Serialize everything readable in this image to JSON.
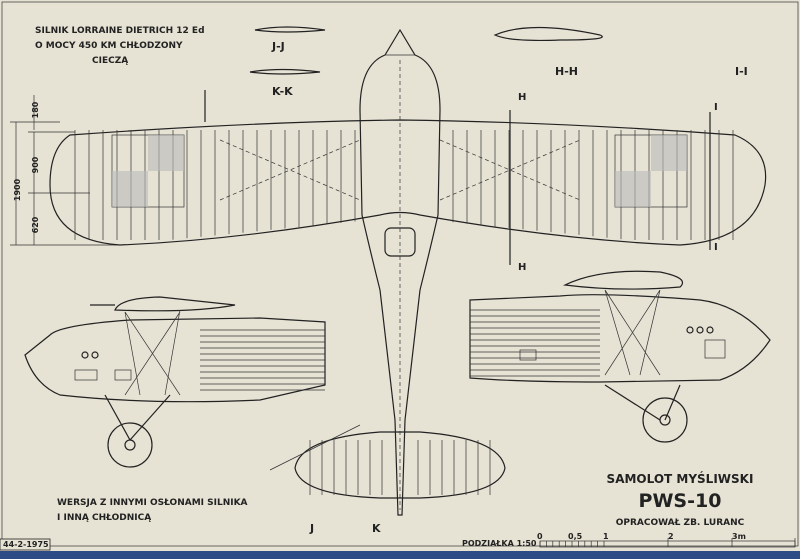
{
  "engine_note": [
    "SILNIK LORRAINE DIETRICH 12 Ed",
    "O MOCY 450 KM CHŁODZONY",
    "CIECZĄ"
  ],
  "sections": {
    "jj": "J-J",
    "kk": "K-K",
    "hh": "H-H",
    "ii": "I-I"
  },
  "section_marks": {
    "h": "H",
    "i": "I",
    "j": "J",
    "k": "K"
  },
  "dimensions": {
    "d180": "180",
    "d900": "900",
    "d1900": "1900",
    "d620": "620"
  },
  "version_note": [
    "WERSJA Z INNYMI OSŁONAMI SILNIKA",
    "I INNĄ CHŁODNICĄ"
  ],
  "title": {
    "subtitle": "SAMOLOT MYŚLIWSKI",
    "name": "PWS-10",
    "author": "OPRACOWAŁ ZB. LURANC"
  },
  "scale": {
    "label": "PODZIAŁKA 1:50",
    "ticks": [
      "0",
      "0,5",
      "1",
      "2",
      "3m"
    ]
  },
  "issue": "44-2-1975",
  "colors": {
    "paper": "#e6e2d4",
    "ink": "#222222",
    "strip": "#2d4c86"
  }
}
